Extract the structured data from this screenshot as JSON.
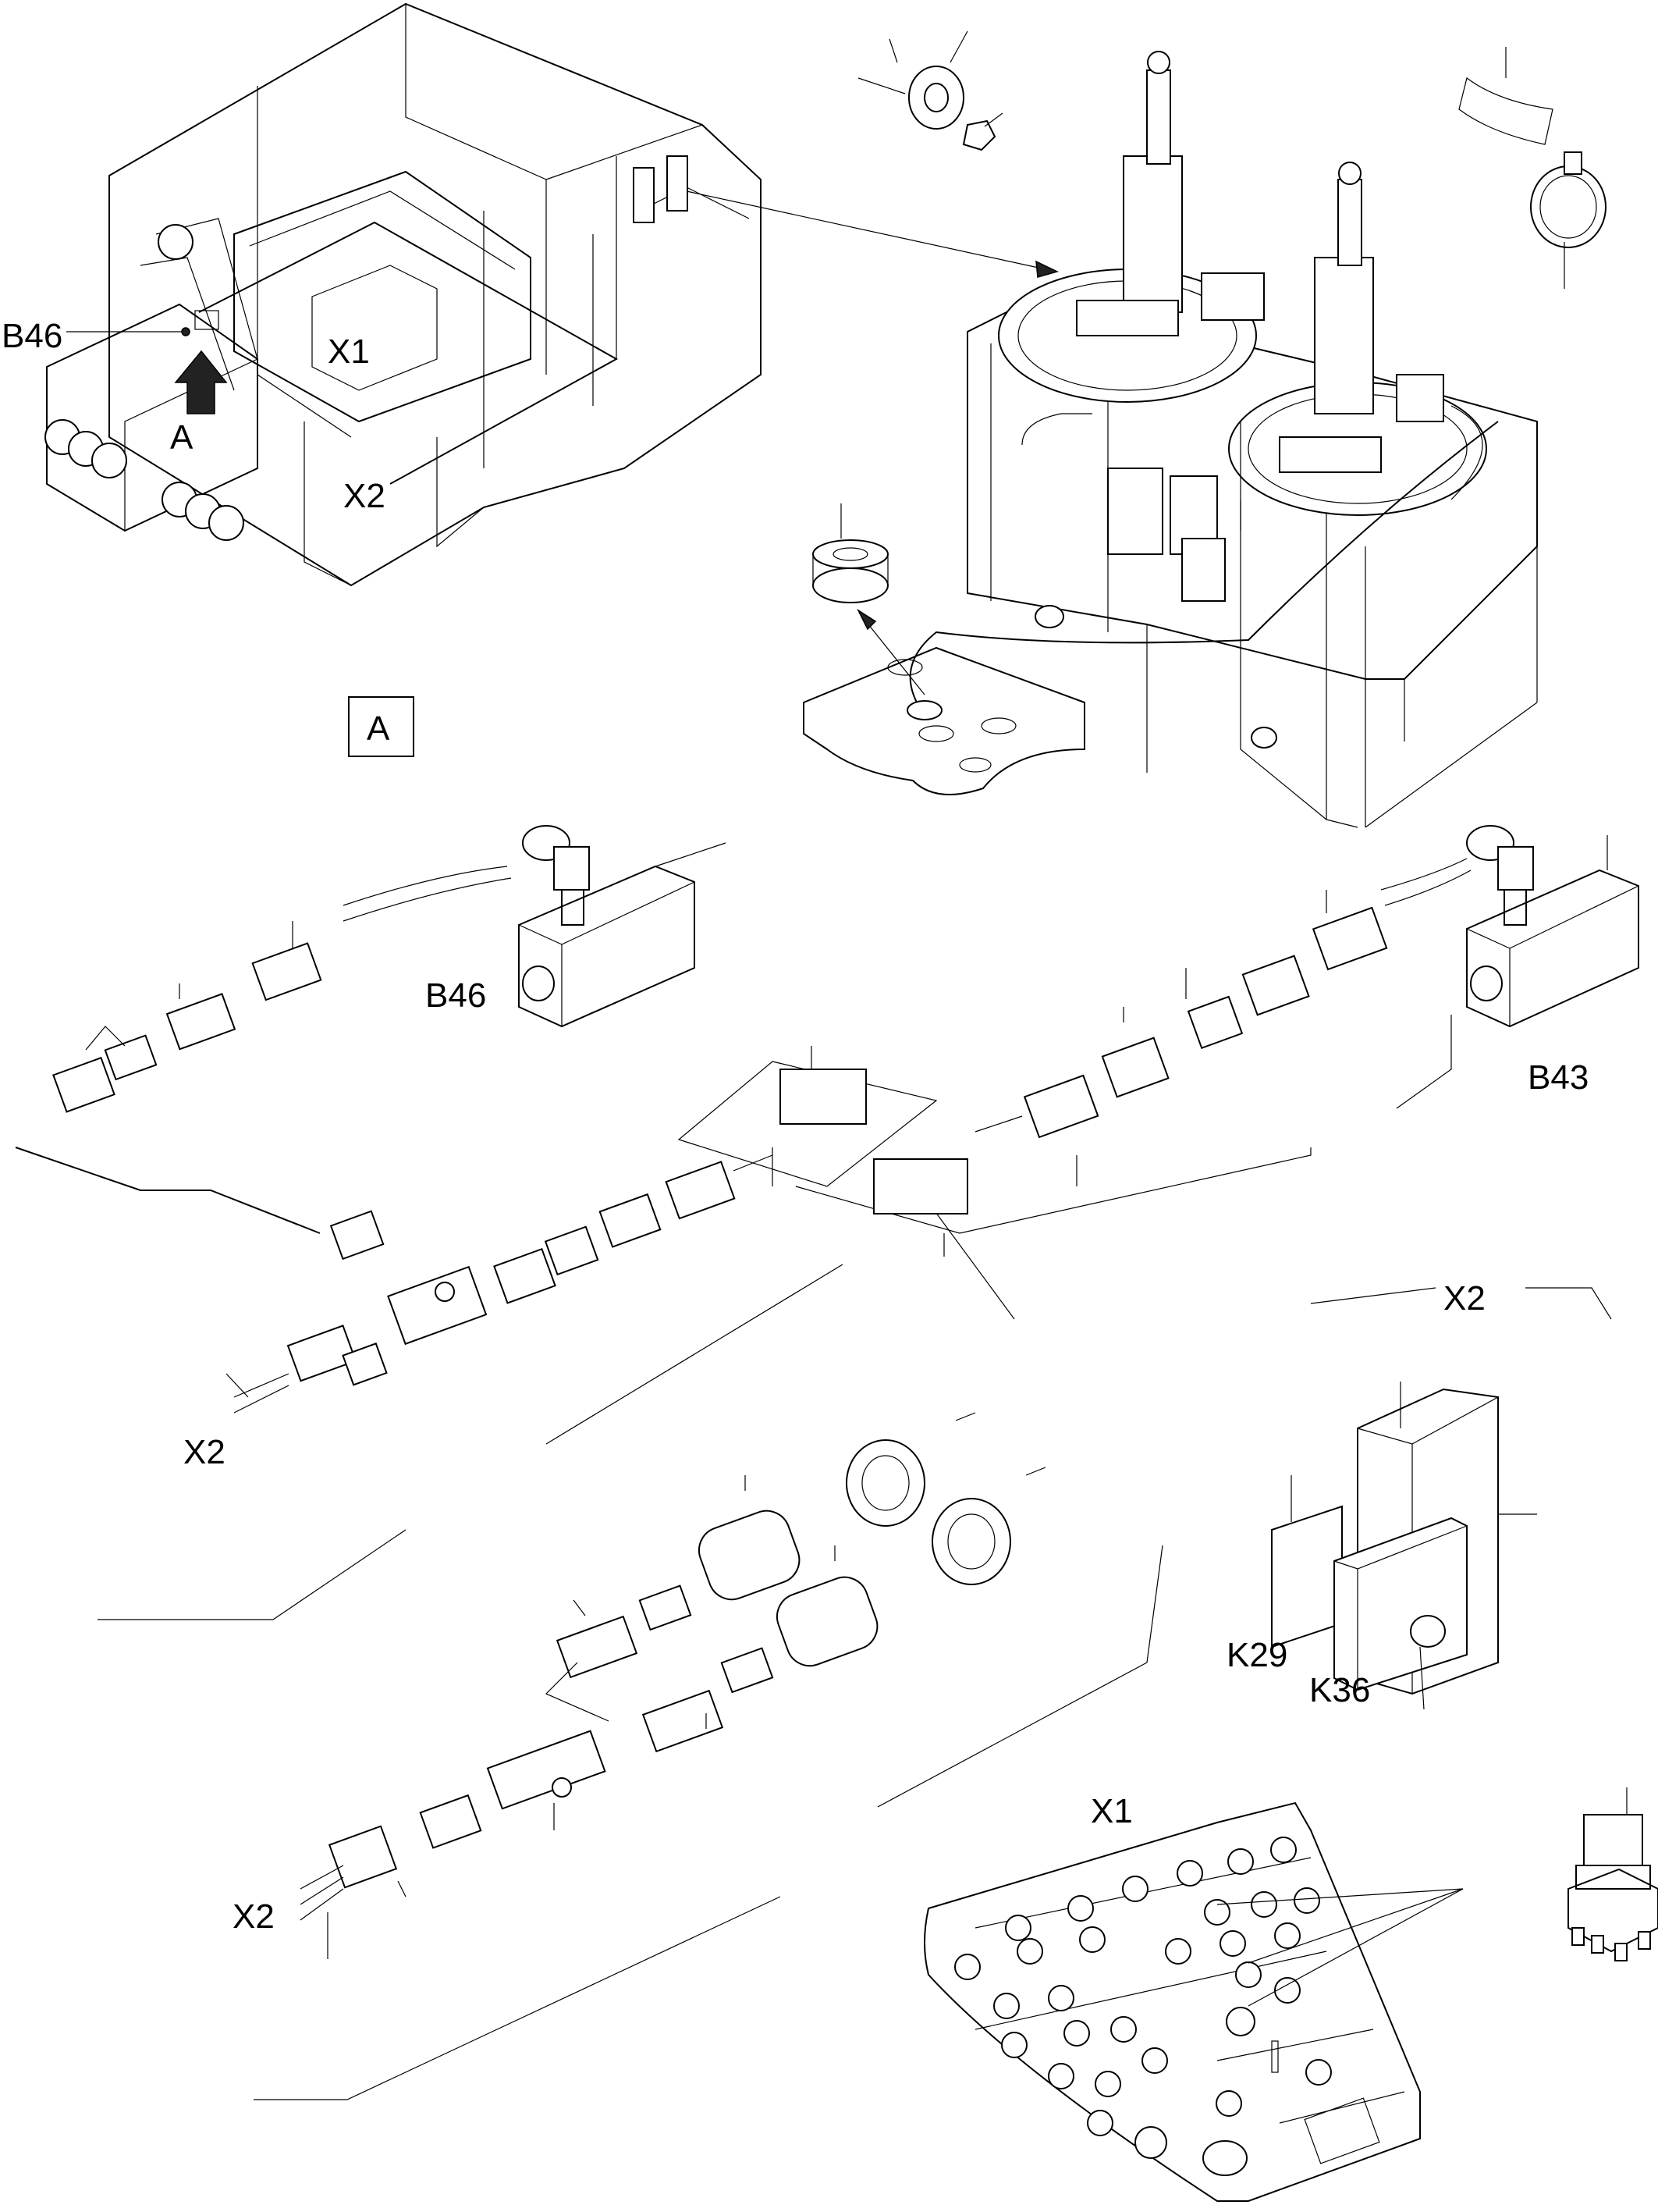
{
  "labels": {
    "b46_top": "B46",
    "x1_top": "X1",
    "a_top": "A",
    "x2_top": "X2",
    "view_a": "A",
    "b46_mid": "B46",
    "b43": "B43",
    "x2_mid": "X2",
    "x2_right": "X2",
    "k29": "K29",
    "k36": "K36",
    "x2_bottom": "X2",
    "x1_panel": "X1"
  }
}
